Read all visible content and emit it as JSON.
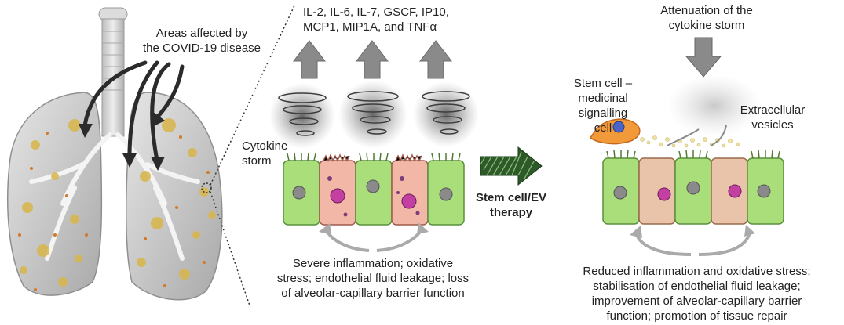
{
  "lung_label": "Areas affected by\nthe COVID-19 disease",
  "cytokines": "IL-2, IL-6, IL-7, GSCF, IP10,\nMCP1, MIP1A, and TNFα",
  "cytokine_storm": "Cytokine\nstorm",
  "damage_text": "Severe inflammation; oxidative\nstress; endothelial fluid leakage; loss\nof alveolar-capillary barrier function",
  "therapy": "Stem cell/EV\ntherapy",
  "attenuation": "Attenuation of the\ncytokine storm",
  "stem_cell": "Stem cell –\nmedicinal\nsignalling\ncell",
  "vesicles": "Extracellular\nvesicles",
  "repair_text": "Reduced inflammation and oxidative stress;\nstabilisation of endothelial fluid leakage;\nimprovement of alveolar-capillary barrier\nfunction; promotion of tissue repair",
  "colors": {
    "green_cell": "#a9de7a",
    "pink_cell": "#f2b7a6",
    "tan_cell": "#e9c3aa",
    "arrow_gray": "#8a8a8a",
    "therapy_arrow": "#2e5a2a",
    "lung": "#d2d2d2",
    "lesion": "#d9b64a"
  },
  "icons": [
    "lung-icon",
    "tornado-icon",
    "cell-icon",
    "arrow-icon"
  ]
}
